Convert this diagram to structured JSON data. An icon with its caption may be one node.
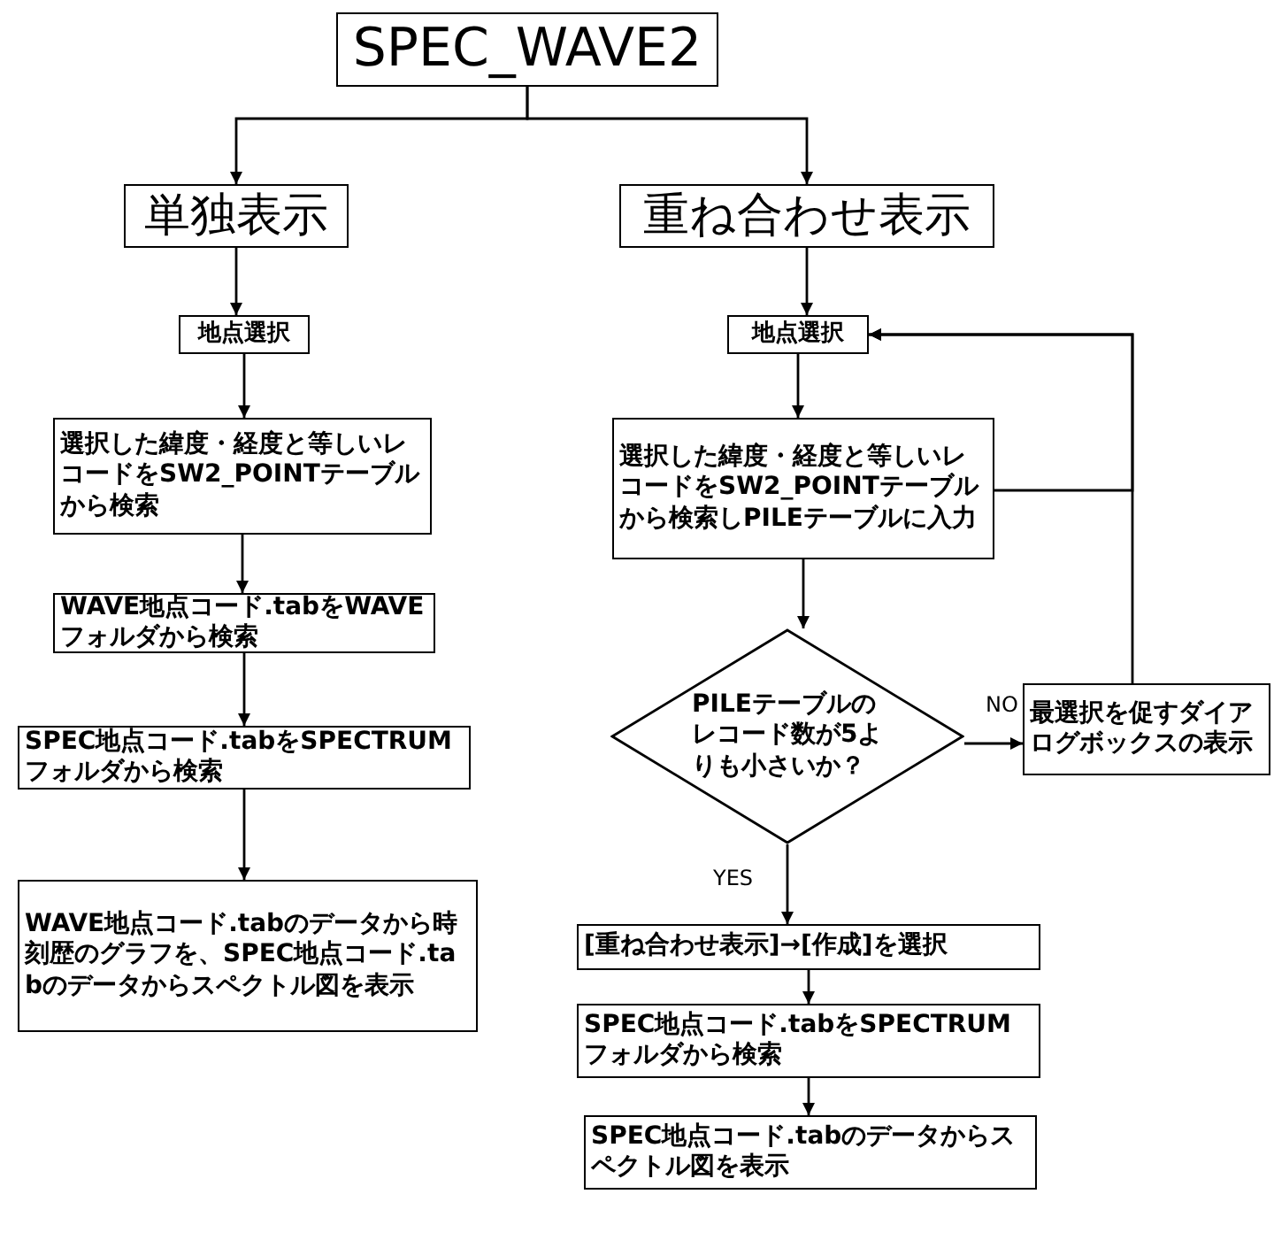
{
  "diagram": {
    "nodes": [
      {
        "text": [
          "SPEC_WAVE2"
        ]
      },
      {
        "text": [
          "単独表示"
        ]
      },
      {
        "text": [
          "重ね合わせ表示"
        ]
      },
      {
        "text": [
          "地点選択"
        ]
      },
      {
        "text": [
          "地点選択"
        ]
      },
      {
        "text": [
          "選択した緯度・経度と等しいレコードをSW2_POINTテーブルから検索"
        ]
      },
      {
        "text": [
          "選択した緯度・経度と等しいレコードをSW2_POINTテーブルから検索しPILEテーブルに入力"
        ]
      },
      {
        "text": [
          "WAVE地点コード.tabをWAVEフォルダから検索"
        ]
      },
      {
        "text": [
          "PILEテーブルのレコード数が5よりも小さいか？"
        ]
      },
      {
        "text": [
          "最選択を促すダイアログボックスの表示"
        ]
      },
      {
        "text": [
          "SPEC地点コード.tabをSPECTRUMフォルダから検索"
        ]
      },
      {
        "text": [
          "WAVE地点コード.tabのデータから時刻歴のグラフを、SPEC地点コード.tabのデータからスペクトル図を表示"
        ]
      },
      {
        "text": [
          "[重ね合わせ表示]→[作成]を選択"
        ]
      },
      {
        "text": [
          "SPEC地点コード.tabをSPECTRUMフォルダから検索"
        ]
      },
      {
        "text": [
          "SPEC地点コード.tabのデータからスペクトル図を表示"
        ]
      }
    ],
    "edges": [
      {
        "from": 0,
        "to": 1,
        "arrow": "to"
      },
      {
        "from": 0,
        "to": 2,
        "arrow": "to"
      },
      {
        "from": 1,
        "to": 3,
        "arrow": "to"
      },
      {
        "from": 3,
        "to": 5,
        "arrow": "to"
      },
      {
        "from": 5,
        "to": 7,
        "arrow": "to"
      },
      {
        "from": 7,
        "to": 10,
        "arrow": "to"
      },
      {
        "from": 10,
        "to": 11,
        "arrow": "to"
      },
      {
        "from": 2,
        "to": 4,
        "arrow": "to"
      },
      {
        "from": 4,
        "to": 6,
        "arrow": "to"
      },
      {
        "from": 6,
        "to": 8,
        "arrow": "to"
      },
      {
        "from": 8,
        "to": 9,
        "arrow": "to",
        "label": "NO"
      },
      {
        "from": 9,
        "to": 4,
        "arrow": "to"
      },
      {
        "from": 6,
        "to": 4,
        "arrow": "to"
      },
      {
        "from": 8,
        "to": 12,
        "arrow": "to",
        "label": "YES"
      },
      {
        "from": 12,
        "to": 13,
        "arrow": "to"
      },
      {
        "from": 13,
        "to": 14,
        "arrow": "to"
      }
    ]
  }
}
